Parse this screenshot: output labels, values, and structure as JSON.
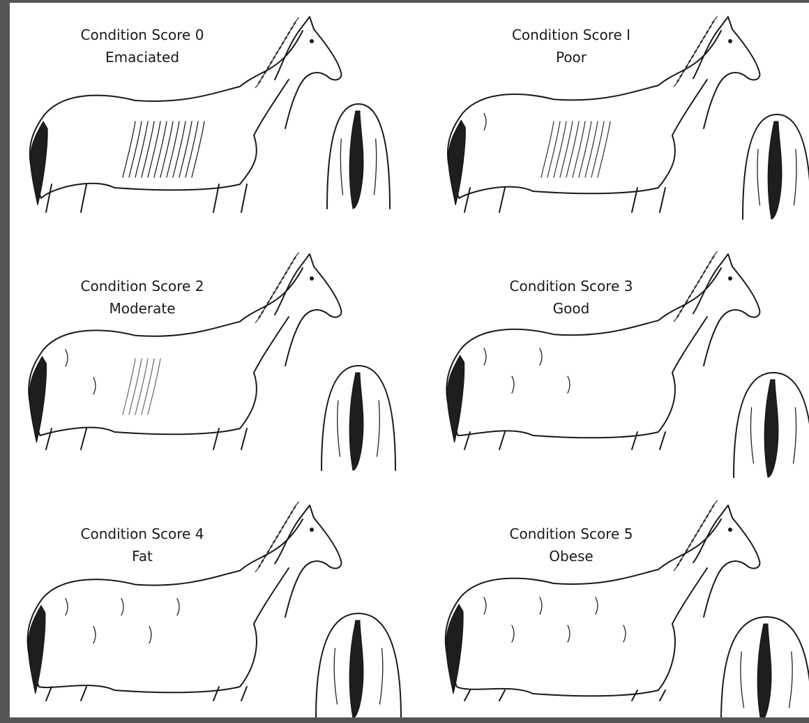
{
  "panels": [
    {
      "title": "Condition Score 0",
      "descriptor": "Emaciated",
      "rib_visibility": 1.0,
      "fat_level": 0.0
    },
    {
      "title": "Condition Score I",
      "descriptor": "Poor",
      "rib_visibility": 0.8,
      "fat_level": 0.2
    },
    {
      "title": "Condition Score 2",
      "descriptor": "Moderate",
      "rib_visibility": 0.45,
      "fat_level": 0.4
    },
    {
      "title": "Condition Score 3",
      "descriptor": "Good",
      "rib_visibility": 0.0,
      "fat_level": 0.6
    },
    {
      "title": "Condition Score 4",
      "descriptor": "Fat",
      "rib_visibility": 0.0,
      "fat_level": 0.8
    },
    {
      "title": "Condition Score 5",
      "descriptor": "Obese",
      "rib_visibility": 0.0,
      "fat_level": 1.0
    }
  ],
  "colors": {
    "ink": "#1a1a1a",
    "frame": "#555555",
    "background": "#ffffff"
  }
}
